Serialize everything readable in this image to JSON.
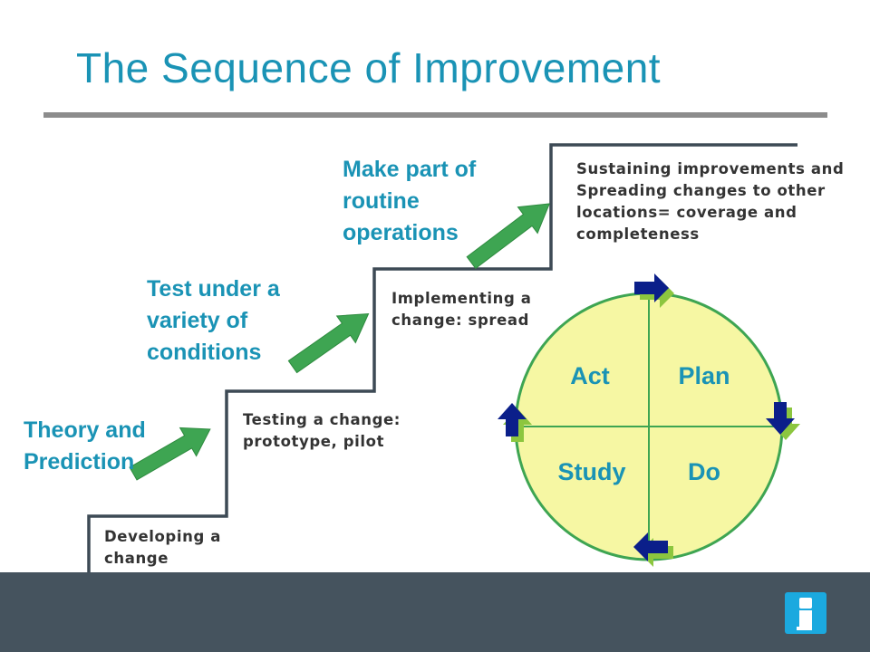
{
  "title": "The Sequence of Improvement",
  "stages": [
    {
      "label": "Theory and Prediction",
      "description": "Developing a change"
    },
    {
      "label": "Test under a variety of conditions",
      "description": "Testing a change: prototype, pilot"
    },
    {
      "label": "Make part of routine operations",
      "description": "Implementing a change: spread"
    },
    {
      "label": "",
      "description": "Sustaining improvements and Spreading changes to other locations= coverage and completeness"
    }
  ],
  "pdsa": {
    "plan": "Plan",
    "do": "Do",
    "study": "Study",
    "act": "Act"
  },
  "colors": {
    "title": "#1a93b5",
    "step_line": "#3d4a55",
    "arrow_green": "#3ea552",
    "cycle_fill": "#f6f7a3",
    "cycle_arrow": "#0b1f8a",
    "footer": "#45535e",
    "logo": "#1ba9df"
  },
  "icons": [
    "up-right-arrow-icon",
    "cycle-arrow-icon",
    "info-logo-icon"
  ]
}
